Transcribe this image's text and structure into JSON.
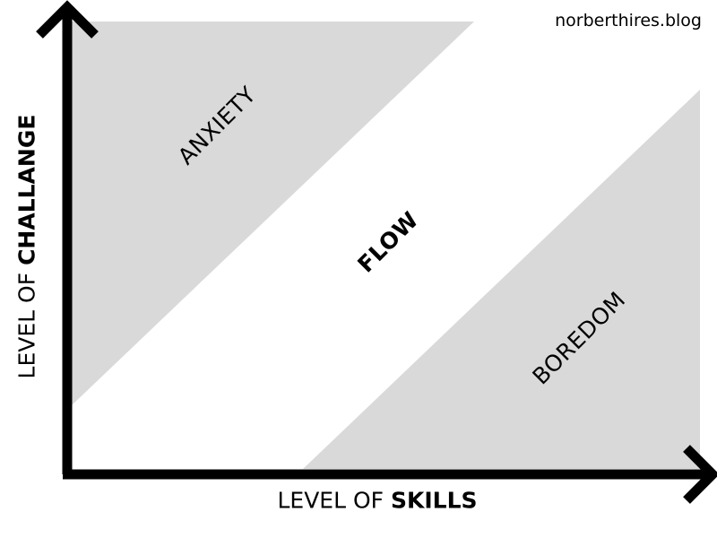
{
  "brand": {
    "text": "norberthires.blog"
  },
  "axes": {
    "y_label_prefix": "LEVEL OF ",
    "y_label_bold": "CHALLANGE",
    "x_label_prefix": "LEVEL OF ",
    "x_label_bold": "SKILLS"
  },
  "zones": {
    "anxiety": "ANXIETY",
    "flow": "FLOW",
    "boredom": "BOREDOM"
  },
  "colors": {
    "zone_fill": "#d9d9d9",
    "axis": "#000000",
    "background": "#ffffff"
  },
  "chart_data": {
    "type": "diagram",
    "title": "",
    "xlabel": "LEVEL OF SKILLS",
    "ylabel": "LEVEL OF CHALLANGE",
    "regions": [
      {
        "name": "ANXIETY",
        "position": "upper-left",
        "shaded": true
      },
      {
        "name": "FLOW",
        "position": "diagonal-band",
        "shaded": false
      },
      {
        "name": "BOREDOM",
        "position": "lower-right",
        "shaded": true
      }
    ],
    "annotations": [
      "norberthires.blog"
    ]
  }
}
